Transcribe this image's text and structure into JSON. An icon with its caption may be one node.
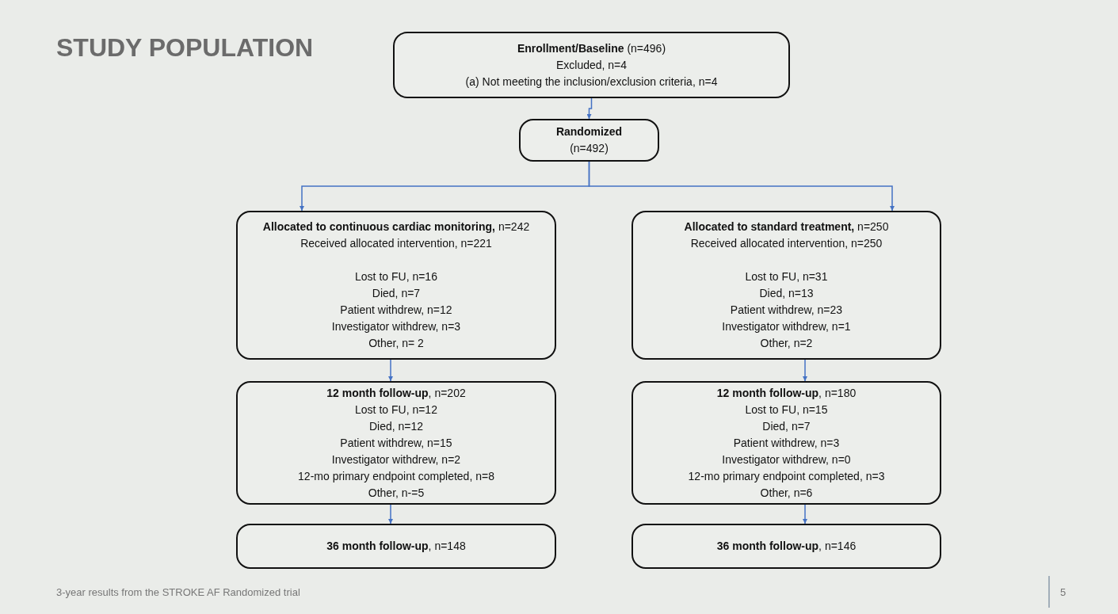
{
  "diagram": {
    "title": "STUDY POPULATION",
    "nodes": [
      {
        "text": [
          "**Enrollment/Baseline** (n=496)",
          "Excluded, n=4",
          "(a) Not meeting the inclusion/exclusion criteria, n=4"
        ]
      },
      {
        "text": [
          "Randomized",
          "(n=492)"
        ]
      },
      {
        "text": [
          "**Allocated to continuous cardiac monitoring,** n=242",
          "Received allocated intervention, n=221",
          "Lost to FU, n=16",
          "Died, n=7",
          "Patient withdrew, n=12",
          "Investigator withdrew, n=3",
          "Other, n= 2"
        ]
      },
      {
        "text": [
          "**Allocated to standard treatment,** n=250",
          "Received allocated intervention, n=250",
          "Lost to FU, n=31",
          "Died, n=13",
          "Patient withdrew, n=23",
          "Investigator withdrew, n=1",
          "Other, n=2"
        ]
      },
      {
        "text": [
          "**12 month follow-up**, n=202",
          "Lost to FU, n=12",
          "Died, n=12",
          "Patient withdrew, n=15",
          "Investigator withdrew, n=2",
          "12-mo primary endpoint completed, n=8",
          "Other, n-=5"
        ]
      },
      {
        "text": [
          "**12 month follow-up**, n=180",
          "Lost to FU, n=15",
          "Died, n=7",
          "Patient withdrew, n=3",
          "Investigator withdrew, n=0",
          "12-mo primary endpoint completed, n=3",
          "Other, n=6"
        ]
      },
      {
        "text": [
          "**36 month follow-up**, n=148"
        ]
      },
      {
        "text": [
          "**36 month follow-up**, n=146"
        ]
      }
    ],
    "edges": [
      {
        "from": 0,
        "to": 1,
        "arrow": "to"
      },
      {
        "from": 1,
        "to": 2,
        "arrow": "to"
      },
      {
        "from": 1,
        "to": 3,
        "arrow": "to"
      },
      {
        "from": 2,
        "to": 4,
        "arrow": "to"
      },
      {
        "from": 3,
        "to": 5,
        "arrow": "to"
      },
      {
        "from": 4,
        "to": 6,
        "arrow": "to"
      },
      {
        "from": 5,
        "to": 7,
        "arrow": "to"
      }
    ],
    "labels": [
      "3-year results from the STROKE AF Randomized trial",
      "5"
    ]
  }
}
